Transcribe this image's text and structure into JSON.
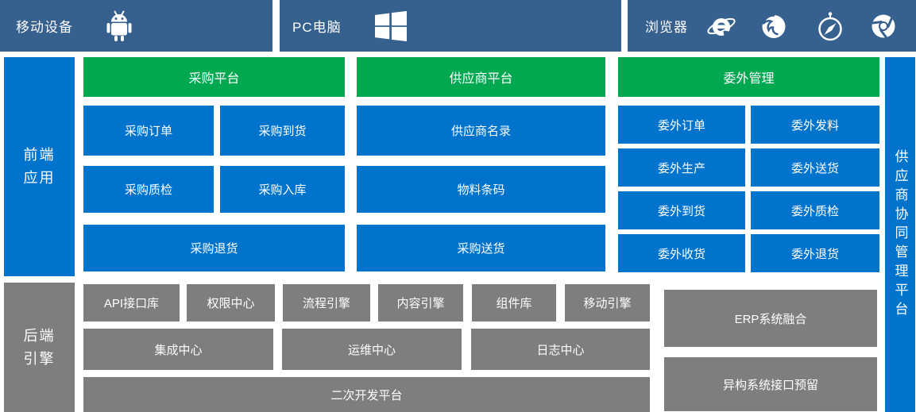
{
  "colors": {
    "topbar_bg": "#36608e",
    "module_blue": "#0074cd",
    "platform_green": "#00a850",
    "engine_gray": "#7e7e7e",
    "text": "#ffffff"
  },
  "topbar": {
    "mobile": {
      "label": "移动设备",
      "icon": "android-icon"
    },
    "pc": {
      "label": "PC电脑",
      "icon": "windows-icon"
    },
    "browser": {
      "label": "浏览器",
      "icons": [
        "ie-icon",
        "firefox-icon",
        "safari-icon",
        "chrome-icon"
      ]
    }
  },
  "sidebar": {
    "frontend": "前端\n应用",
    "backend": "后端\n引擎"
  },
  "right_panel": {
    "label": "供应商协同管理平台"
  },
  "frontend": {
    "headers": {
      "purchase": "采购平台",
      "supplier": "供应商平台",
      "outsourcing": "委外管理"
    },
    "purchase": [
      "采购订单",
      "采购到货",
      "采购质检",
      "采购入库",
      "采购退货"
    ],
    "supplier": [
      "供应商名录",
      "物料条码",
      "采购送货"
    ],
    "outsourcing": [
      "委外订单",
      "委外发料",
      "委外生产",
      "委外送货",
      "委外到货",
      "委外质检",
      "委外收货",
      "委外退货"
    ]
  },
  "backend": {
    "row1": [
      "API接口库",
      "权限中心",
      "流程引擎",
      "内容引擎",
      "组件库",
      "移动引擎"
    ],
    "row2": [
      "集成中心",
      "运维中心",
      "日志中心"
    ],
    "row3": [
      "二次开发平台"
    ],
    "right": [
      "ERP系统融合",
      "异构系统接口预留"
    ]
  }
}
